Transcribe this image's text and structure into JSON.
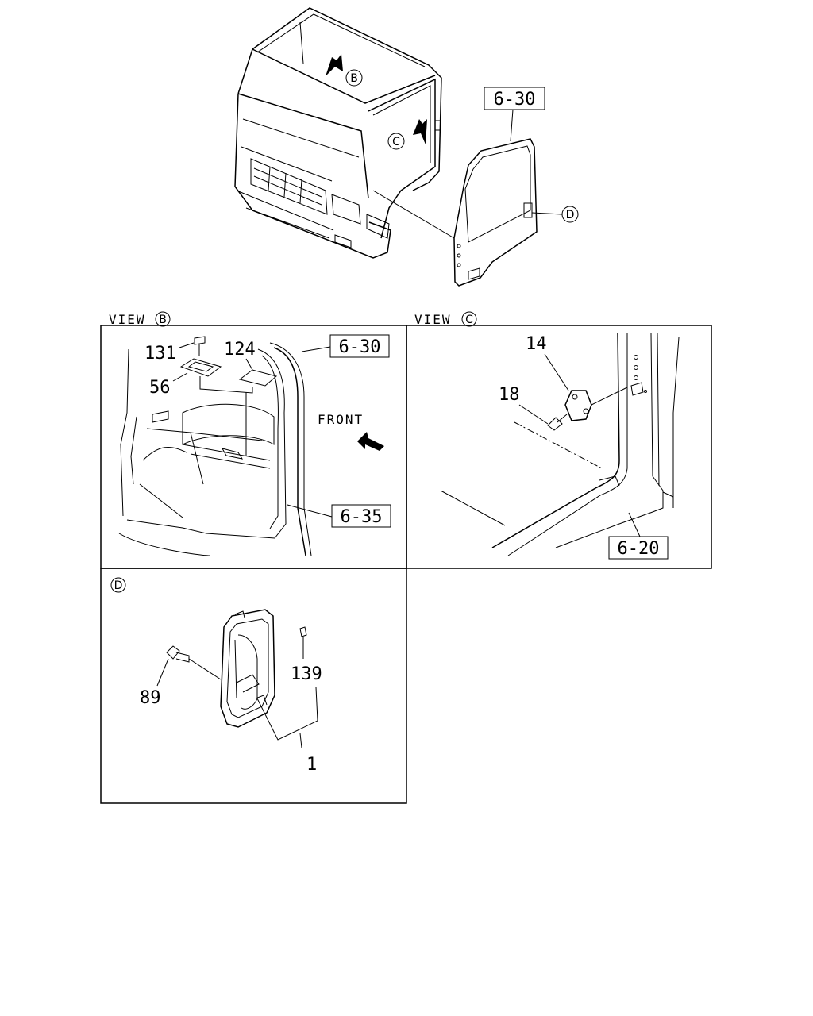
{
  "overview": {
    "refs": {
      "door_ref": "6-30",
      "view_b": "B",
      "view_c": "C",
      "view_d": "D"
    }
  },
  "panel_b": {
    "view_label": "VIEW",
    "view_letter": "B",
    "parts": {
      "screw": "131",
      "plate": "56",
      "pad": "124"
    },
    "refs": {
      "door": "6-30",
      "seal": "6-35"
    },
    "front_label": "FRONT"
  },
  "panel_c": {
    "view_label": "VIEW",
    "view_letter": "C",
    "parts": {
      "striker": "14",
      "screw": "18"
    },
    "refs": {
      "body": "6-20"
    }
  },
  "panel_d": {
    "view_letter": "D",
    "parts": {
      "bolt": "89",
      "clip": "139",
      "handle": "1"
    }
  }
}
